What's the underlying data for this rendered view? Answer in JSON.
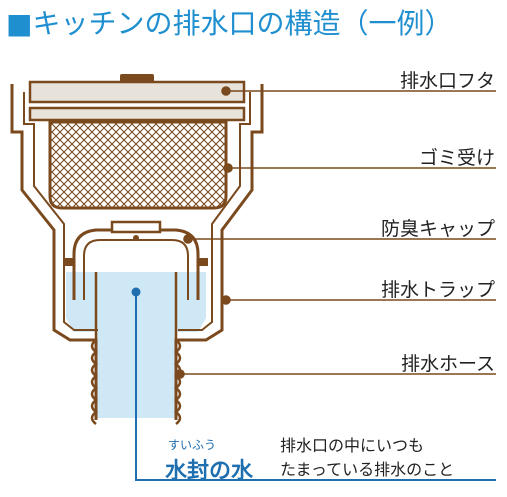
{
  "title": {
    "marker": "■",
    "text": "キッチンの排水口の構造（一例）"
  },
  "labels": {
    "cover": "排水口フタ",
    "basket": "ゴミ受け",
    "odor_cap": "防臭キャップ",
    "trap": "排水トラップ",
    "hose": "排水ホース"
  },
  "water_seal": {
    "ruby": "すいふう",
    "term": "水封の水",
    "desc_line1": "排水口の中にいつも",
    "desc_line2": "たまっている排水のこと"
  },
  "colors": {
    "title": "#1f8fd0",
    "outline": "#7a4a1e",
    "water": "#cfe8f6",
    "seal_line": "#1f6fb0"
  }
}
